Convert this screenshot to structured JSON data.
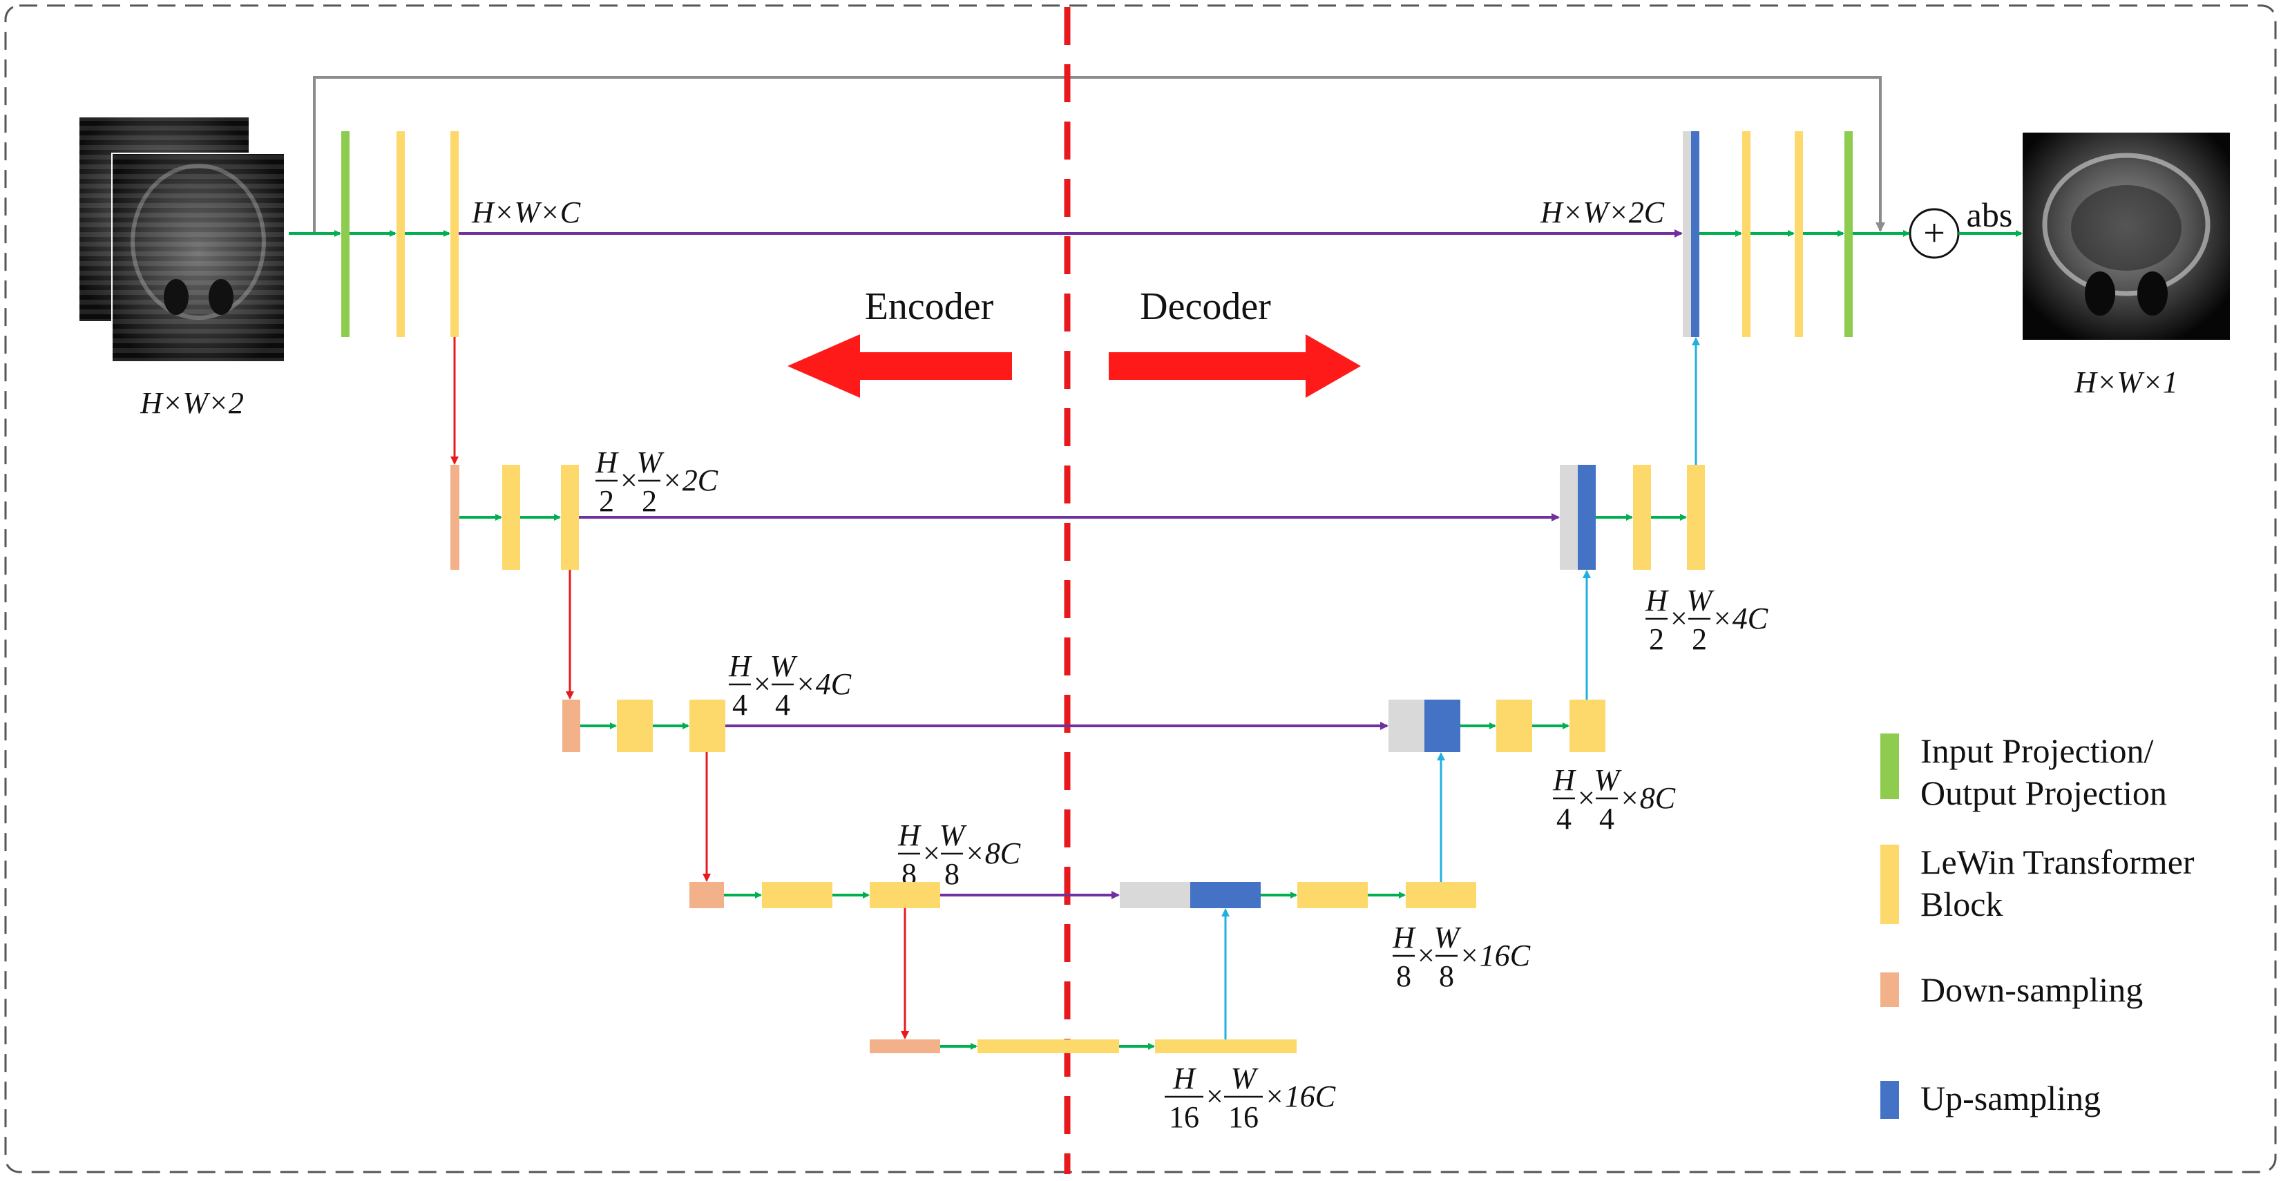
{
  "header": {
    "encoder": "Encoder",
    "decoder": "Decoder"
  },
  "operator": {
    "symbol": "+",
    "label": "abs"
  },
  "dims": {
    "input": "H×W×2",
    "output": "H×W×1",
    "enc1": "H×W×C",
    "dec1": "H×W×2C",
    "enc2": {
      "pre": "",
      "a": "H",
      "ad": "2",
      "b": "W",
      "bd": "2",
      "post": "×2C"
    },
    "dec2": {
      "pre": "",
      "a": "H",
      "ad": "2",
      "b": "W",
      "bd": "2",
      "post": "×4C"
    },
    "enc3": {
      "pre": "",
      "a": "H",
      "ad": "4",
      "b": "W",
      "bd": "4",
      "post": "×4C"
    },
    "dec3": {
      "pre": "",
      "a": "H",
      "ad": "4",
      "b": "W",
      "bd": "4",
      "post": "×8C"
    },
    "enc4": {
      "pre": "",
      "a": "H",
      "ad": "8",
      "b": "W",
      "bd": "8",
      "post": "×8C"
    },
    "dec4": {
      "pre": "",
      "a": "H",
      "ad": "8",
      "b": "W",
      "bd": "8",
      "post": "×16C"
    },
    "bottleneck": {
      "pre": "",
      "a": "H",
      "ad": "16",
      "b": "W",
      "bd": "16",
      "post": "×16C"
    }
  },
  "legend": {
    "items": [
      {
        "lines": [
          "Input Projection/",
          "Output Projection"
        ],
        "color": "#8dcc4e"
      },
      {
        "lines": [
          "LeWin Transformer",
          "Block"
        ],
        "color": "#fdd86a"
      },
      {
        "lines": [
          "Down-sampling"
        ],
        "color": "#f2b188"
      },
      {
        "lines": [
          "Up-sampling"
        ],
        "color": "#4472c4"
      }
    ]
  },
  "colors": {
    "projection": "#8dcc4e",
    "lewin": "#fdd86a",
    "down": "#f2b188",
    "up": "#4472c4",
    "concat": "#d9d9d9",
    "flow": "#00b050",
    "skip": "#7030a0",
    "downArrow": "#e8191d",
    "upArrow": "#1fb0e0",
    "residual": "#8c8c8c",
    "divider": "#e8191d"
  }
}
